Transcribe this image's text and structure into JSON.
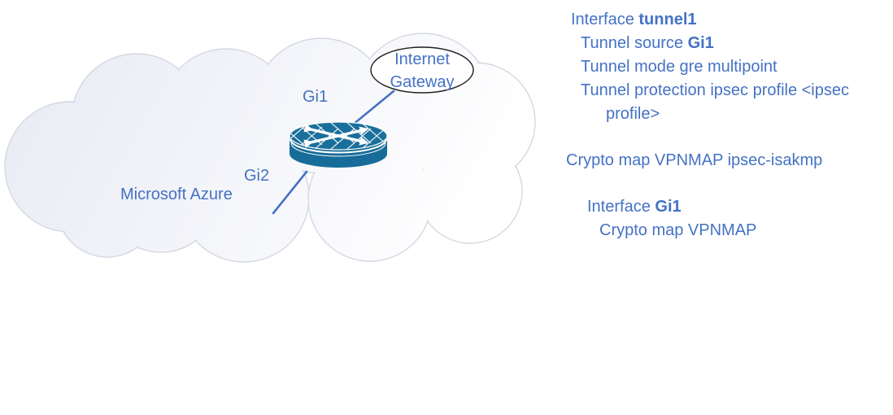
{
  "diagram": {
    "cloud_label": "Microsoft Azure",
    "gateway_ellipse": {
      "line1": "Internet",
      "line2": "Gateway"
    },
    "router_interface_top": "Gi1",
    "router_interface_bottom": "Gi2",
    "icons": {
      "cloud": "azure-cloud-shape",
      "router": "cisco-router-icon",
      "gateway": "internet-gateway-ellipse"
    }
  },
  "config": {
    "blocks": [
      {
        "name": "tunnel-interface-block",
        "lines": [
          {
            "indent": 1,
            "runs": [
              {
                "text": "Interface ",
                "bold": false
              },
              {
                "text": "tunnel1",
                "bold": true
              }
            ]
          },
          {
            "indent": 2,
            "runs": [
              {
                "text": "Tunnel source ",
                "bold": false
              },
              {
                "text": "Gi1",
                "bold": true
              }
            ]
          },
          {
            "indent": 2,
            "runs": [
              {
                "text": "Tunnel mode gre multipoint",
                "bold": false
              }
            ]
          },
          {
            "indent": 2,
            "runs": [
              {
                "text": "Tunnel protection ipsec profile <ipsec",
                "bold": false
              }
            ]
          },
          {
            "indent": 3,
            "runs": [
              {
                "text": "profile>",
                "bold": false
              }
            ]
          }
        ]
      },
      {
        "name": "crypto-map-block",
        "lines": [
          {
            "indent": 0,
            "runs": [
              {
                "text": "Crypto map VPNMAP ipsec-isakmp",
                "bold": false
              }
            ]
          }
        ]
      },
      {
        "name": "gi1-interface-block",
        "lines": [
          {
            "indent": 4,
            "runs": [
              {
                "text": "Interface ",
                "bold": false
              },
              {
                "text": "Gi1",
                "bold": true
              }
            ]
          },
          {
            "indent": 5,
            "runs": [
              {
                "text": "Crypto map VPNMAP",
                "bold": false
              }
            ]
          }
        ]
      }
    ]
  },
  "colors": {
    "accent_blue": "#4472C4",
    "router_teal": "#176C99",
    "cloud_stroke": "#D4D8E2",
    "cloud_fill_dark": "#E9EBF4",
    "cloud_fill_light": "#FFFFFF",
    "ellipse_stroke": "#1F1F1F"
  }
}
